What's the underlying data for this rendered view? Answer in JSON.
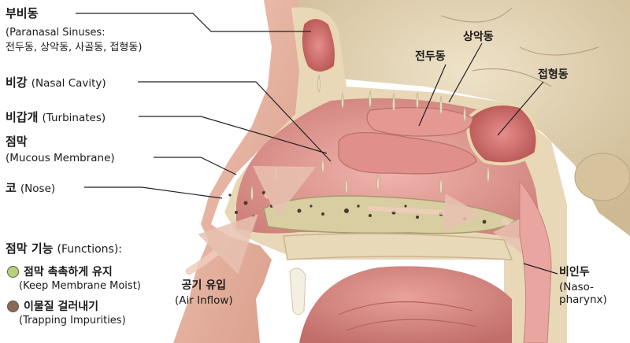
{
  "labels": {
    "sinuses": {
      "ko": "부비동",
      "en": "(Paranasal Sinuses:",
      "list": "전두동, 상악동, 사골동, 접형동)"
    },
    "nasal_cavity": {
      "ko": "비강",
      "en": "(Nasal Cavity)"
    },
    "turbinates": {
      "ko": "비갑개",
      "en": "(Turbinates)"
    },
    "mucous": {
      "ko": "점막",
      "en": "(Mucous Membrane)"
    },
    "nose": {
      "ko": "코",
      "en": "(Nose)"
    },
    "frontal": "전두동",
    "maxillary": "상악동",
    "sphenoid": "접형동",
    "air": {
      "ko": "공기 유입",
      "en": "(Air Inflow)"
    },
    "nasopharynx": {
      "ko": "비인두",
      "en1": "(Naso-",
      "en2": "pharynx)"
    }
  },
  "functions": {
    "title_ko": "점막 기능",
    "title_en": "(Functions):",
    "items": [
      {
        "ko": "점막 촉촉하게 유지",
        "en": "(Keep Membrane Moist)",
        "color": "#b9d27a"
      },
      {
        "ko": "이물질 걸러내기",
        "en": "(Trapping Impurities)",
        "color": "#8a6a52"
      }
    ]
  },
  "colors": {
    "bone": "#e9dcc0",
    "tissue": "#d98a86",
    "cavity": "#e7a6a0",
    "mucus": "#d8cfa9",
    "skin": "#e9b8a6"
  }
}
